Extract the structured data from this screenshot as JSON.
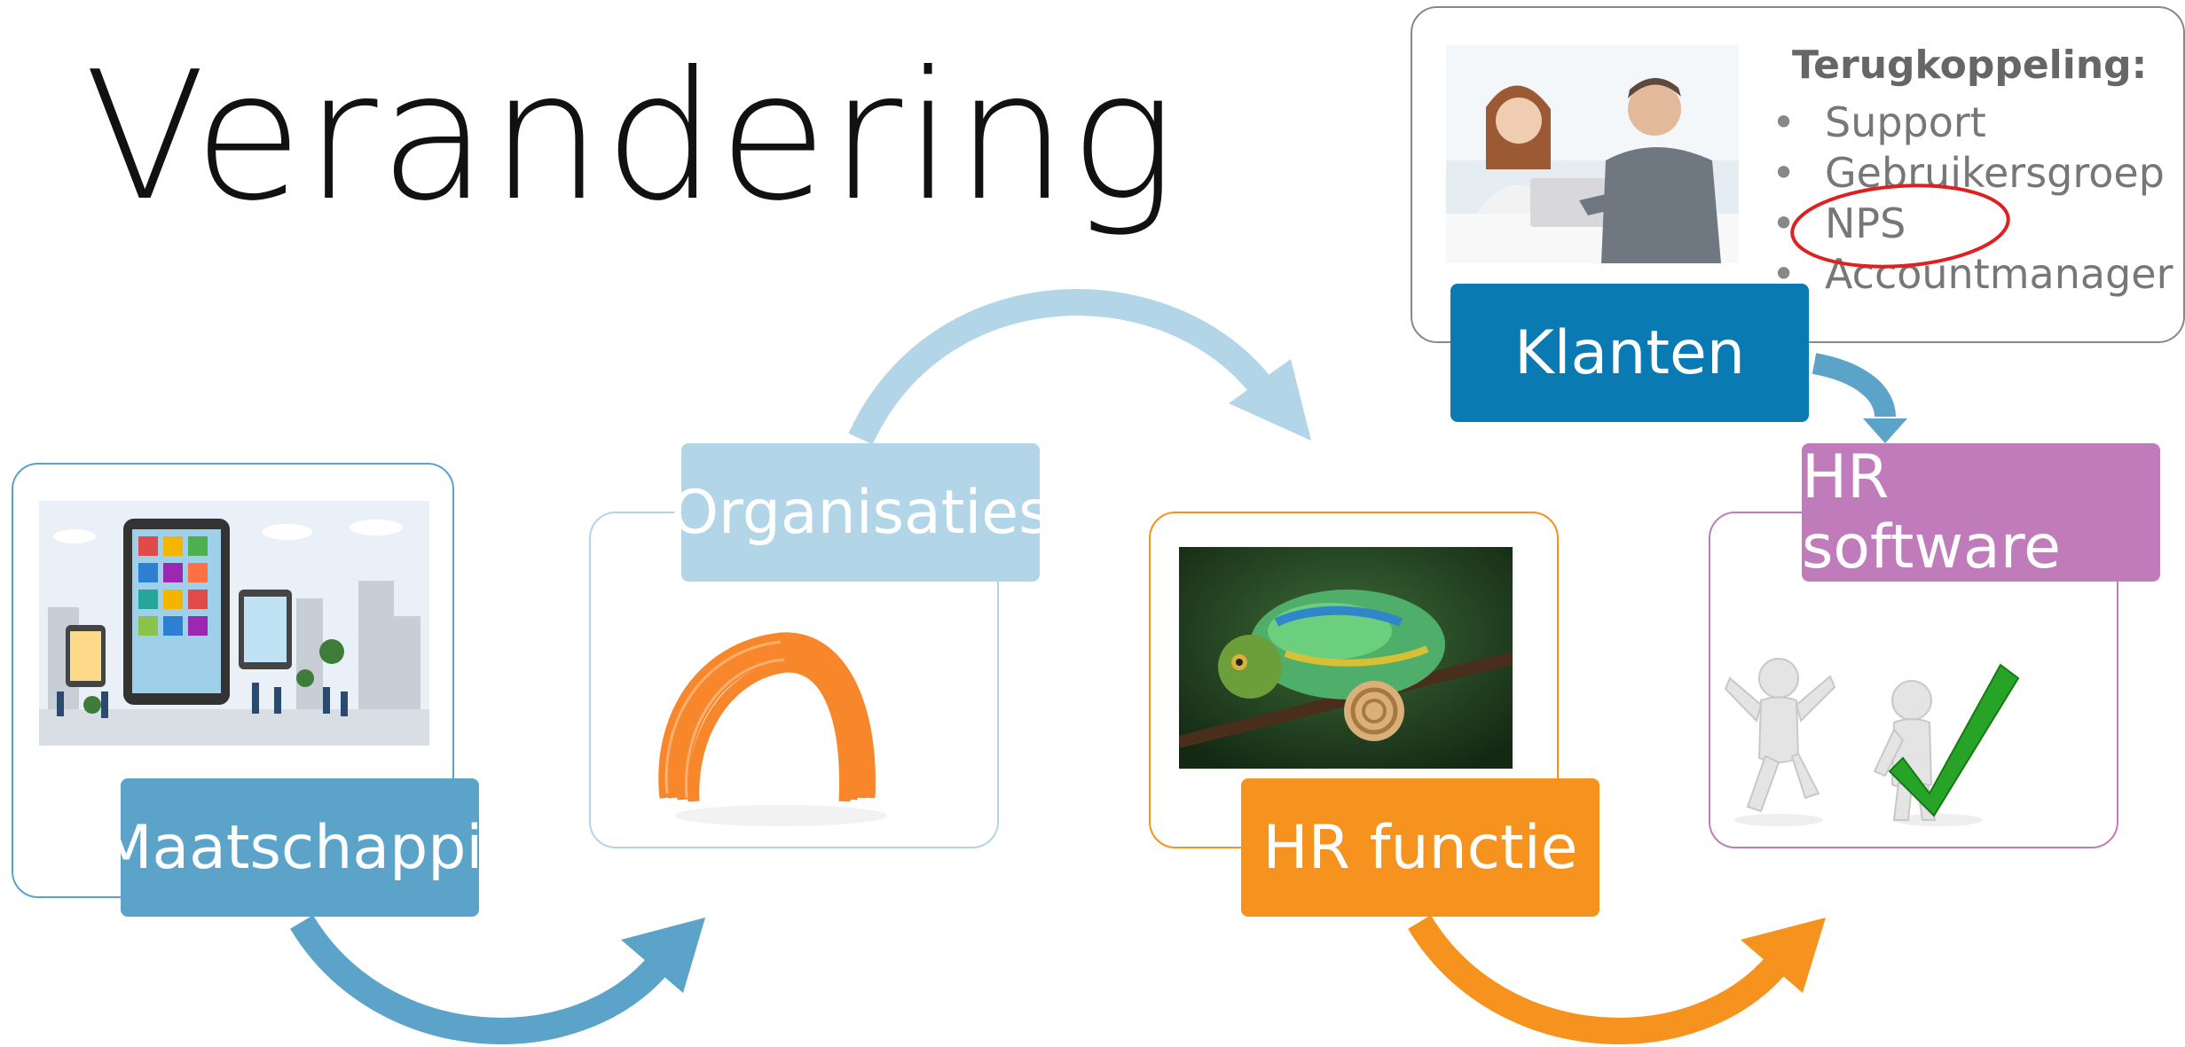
{
  "title": "Verandering",
  "stages": {
    "maatschappij": {
      "label": "Maatschappij",
      "color": "#5ba3c9"
    },
    "organisaties": {
      "label": "Organisaties",
      "color": "#b3d5e8"
    },
    "hr_functie": {
      "label": "HR functie",
      "color": "#f6921e"
    },
    "hr_software": {
      "label": "HR software",
      "color": "#c07cba"
    },
    "klanten": {
      "label": "Klanten",
      "color": "#0a7ab3"
    }
  },
  "feedback": {
    "title": "Terugkoppeling:",
    "items": [
      "Support",
      "Gebruikersgroep",
      "NPS",
      "Accountmanager"
    ],
    "highlighted": "NPS",
    "highlight_color": "#e02020"
  }
}
